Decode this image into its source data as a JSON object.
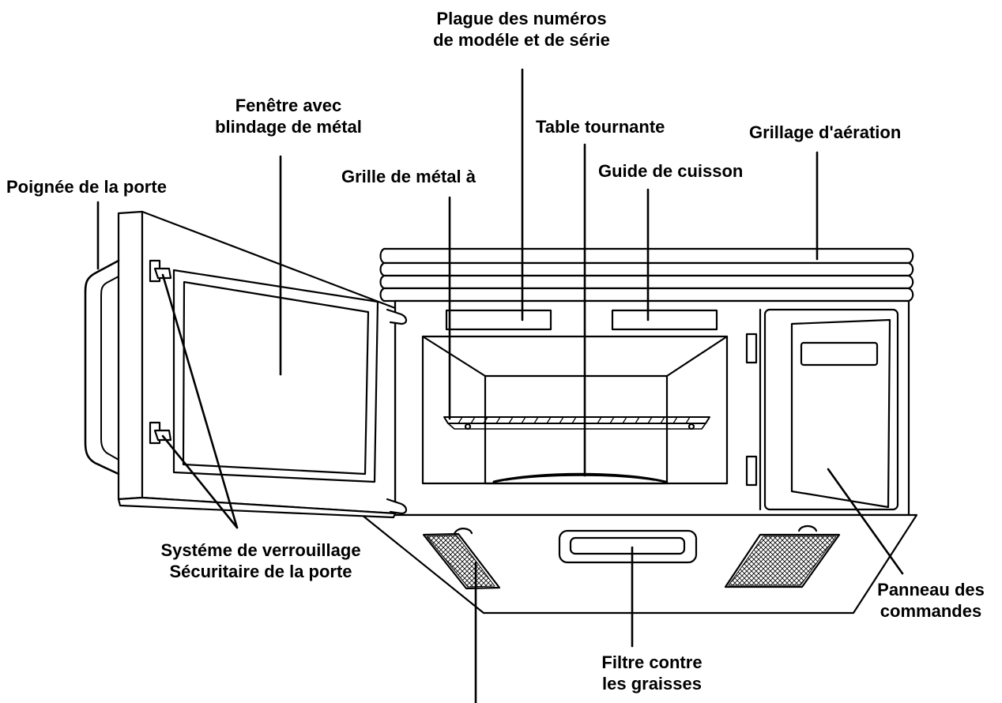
{
  "labels": {
    "plate_line1": "Plague des numéros",
    "plate_line2": "de modéle et de série",
    "window_line1": "Fenêtre avec",
    "window_line2": "blindage de métal",
    "turntable": "Table tournante",
    "vent_grille": "Grillage d'aération",
    "door_handle": "Poignée de la porte",
    "metal_rack": "Grille de métal à",
    "cooking_guide": "Guide de cuisson",
    "lock_line1": "Systéme de verrouillage",
    "lock_line2": "Sécuritaire de la porte",
    "panel_line1": "Panneau des",
    "panel_line2": "commandes",
    "filter_line1": "Filtre contre",
    "filter_line2": "les graisses"
  }
}
